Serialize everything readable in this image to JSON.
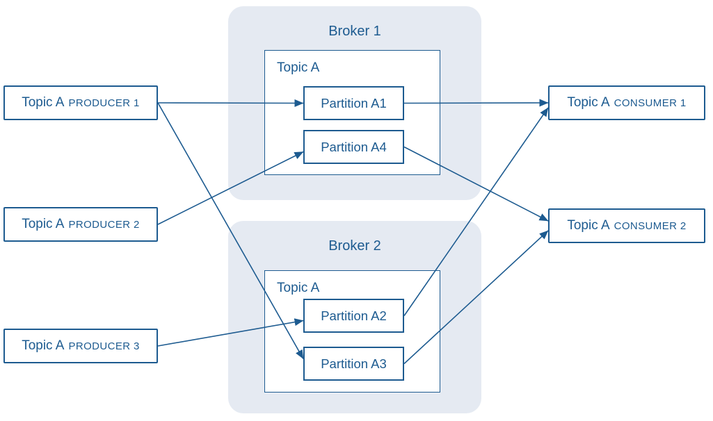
{
  "diagram": {
    "colors": {
      "ink": "#1d5b90",
      "line": "#1d5b90",
      "broker_bg": "#e5eaf2",
      "node_bg": "#ffffff",
      "canvas_bg": "#ffffff"
    },
    "producers": [
      {
        "id": "producer-1",
        "label_main": "Topic A",
        "label_sub": "PRODUCER 1"
      },
      {
        "id": "producer-2",
        "label_main": "Topic A",
        "label_sub": "PRODUCER 2"
      },
      {
        "id": "producer-3",
        "label_main": "Topic A",
        "label_sub": "PRODUCER 3"
      }
    ],
    "consumers": [
      {
        "id": "consumer-1",
        "label_main": "Topic A",
        "label_sub": "CONSUMER 1"
      },
      {
        "id": "consumer-2",
        "label_main": "Topic A",
        "label_sub": "CONSUMER 2"
      }
    ],
    "brokers": [
      {
        "id": "broker-1",
        "label": "Broker 1",
        "topic": {
          "label": "Topic A",
          "partitions": [
            {
              "id": "partition-a1",
              "label": "Partition A1"
            },
            {
              "id": "partition-a4",
              "label": "Partition A4"
            }
          ]
        }
      },
      {
        "id": "broker-2",
        "label": "Broker 2",
        "topic": {
          "label": "Topic A",
          "partitions": [
            {
              "id": "partition-a2",
              "label": "Partition A2"
            },
            {
              "id": "partition-a3",
              "label": "Partition A3"
            }
          ]
        }
      }
    ],
    "connections": [
      {
        "from": "producer-1",
        "to": "partition-a1"
      },
      {
        "from": "producer-1",
        "to": "partition-a3"
      },
      {
        "from": "producer-2",
        "to": "partition-a4"
      },
      {
        "from": "producer-3",
        "to": "partition-a2"
      },
      {
        "from": "partition-a1",
        "to": "consumer-1"
      },
      {
        "from": "partition-a2",
        "to": "consumer-1"
      },
      {
        "from": "partition-a4",
        "to": "consumer-2"
      },
      {
        "from": "partition-a3",
        "to": "consumer-2"
      }
    ]
  }
}
